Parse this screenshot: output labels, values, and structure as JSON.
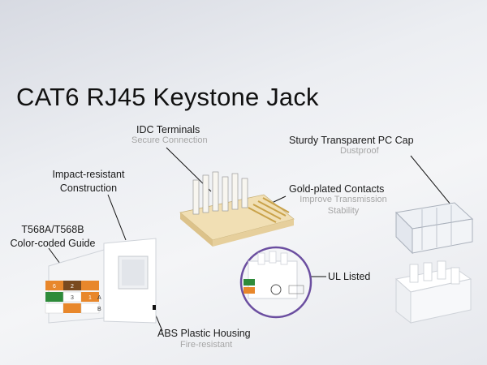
{
  "title": "CAT6 RJ45 Keystone Jack",
  "features": {
    "idc": {
      "label": "IDC Terminals",
      "sub": "Secure Connection"
    },
    "cap": {
      "label": "Sturdy Transparent PC Cap",
      "sub": "Dustproof"
    },
    "impact": {
      "line1": "Impact-resistant",
      "line2": "Construction"
    },
    "gold": {
      "label": "Gold-plated Contacts",
      "sub1": "Improve Transmission",
      "sub2": "Stability"
    },
    "guide": {
      "line1": "T568A/T568B",
      "line2": "Color-coded Guide"
    },
    "ul": {
      "label": "UL Listed"
    },
    "abs": {
      "label": "ABS Plastic Housing",
      "sub": "Fire-resistant"
    }
  },
  "guide_numbers": [
    "6",
    "2",
    "3",
    "1"
  ],
  "guide_letters": [
    "A",
    "B"
  ],
  "colors": {
    "orange": "#e8872b",
    "brown": "#7a4a1f",
    "green": "#2e8b3a",
    "gold": "#f0d9a0",
    "circle_border": "#6b4ea0"
  }
}
